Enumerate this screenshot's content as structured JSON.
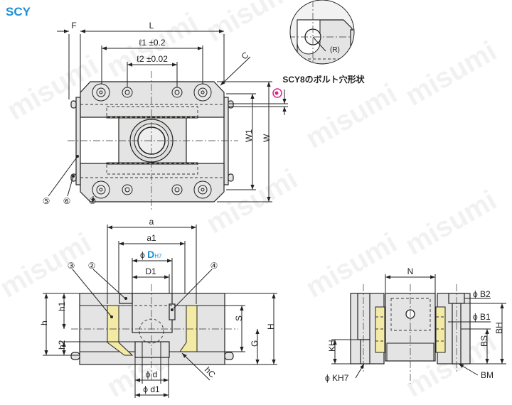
{
  "title": "SCY",
  "watermark": "misumi",
  "colors": {
    "title": "#1a8fd8",
    "accent_blue": "#1a8fd8",
    "pink_symbol": "#e0208a",
    "yellow": "#f3eaa6"
  },
  "top_view": {
    "dims": {
      "F": "F",
      "L": "L",
      "l1": "ℓ1 ±0.2",
      "l2": "ℓ2 ±0.02",
      "C": "C",
      "W1": "W1",
      "W": "W"
    },
    "callouts": [
      "⑤",
      "⑥",
      "①"
    ]
  },
  "detail": {
    "label": "SCY8のボルト穴形状",
    "R": "(R)"
  },
  "front_view": {
    "dims": {
      "a": "a",
      "a1": "a1",
      "phi": "ϕ",
      "D": "D",
      "H7": "H7",
      "D1": "D1",
      "h": "h",
      "h1": "h1",
      "h2": "h2",
      "S": "S",
      "G": "G",
      "H": "H",
      "d": "ϕ d",
      "d1": "ϕ d1",
      "hC": "hC"
    },
    "callouts": [
      "③",
      "②",
      "④"
    ]
  },
  "side_view": {
    "dims": {
      "N": "N",
      "B2": "ϕ B2",
      "B1": "ϕ B1",
      "BH": "BH",
      "BS": "BS",
      "KH": "KH",
      "KH7": "ϕ KH7",
      "BM": "BM"
    }
  }
}
